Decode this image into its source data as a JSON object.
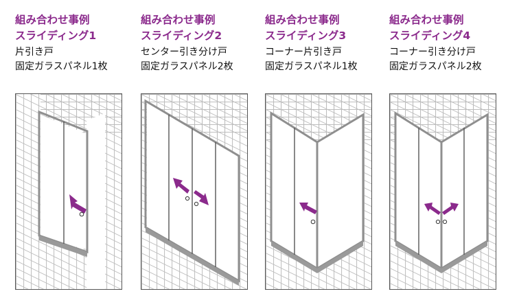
{
  "examples": [
    {
      "title": "組み合わせ事例",
      "name": "スライディング1",
      "type": "片引き戸",
      "glass": "固定ガラスパネル1枚"
    },
    {
      "title": "組み合わせ事例",
      "name": "スライディング2",
      "type": "センター引き分け戸",
      "glass": "固定ガラスパネル2枚"
    },
    {
      "title": "組み合わせ事例",
      "name": "スライディング3",
      "type": "コーナー片引き戸",
      "glass": "固定ガラスパネル1枚"
    },
    {
      "title": "組み合わせ事例",
      "name": "スライディング4",
      "type": "コーナー引き分け戸",
      "glass": "固定ガラスパネル2枚"
    }
  ],
  "colors": {
    "accent": "#8b2a8c",
    "tile": "#b8b8b8",
    "frame": "#8f8f8f",
    "text": "#111111"
  }
}
